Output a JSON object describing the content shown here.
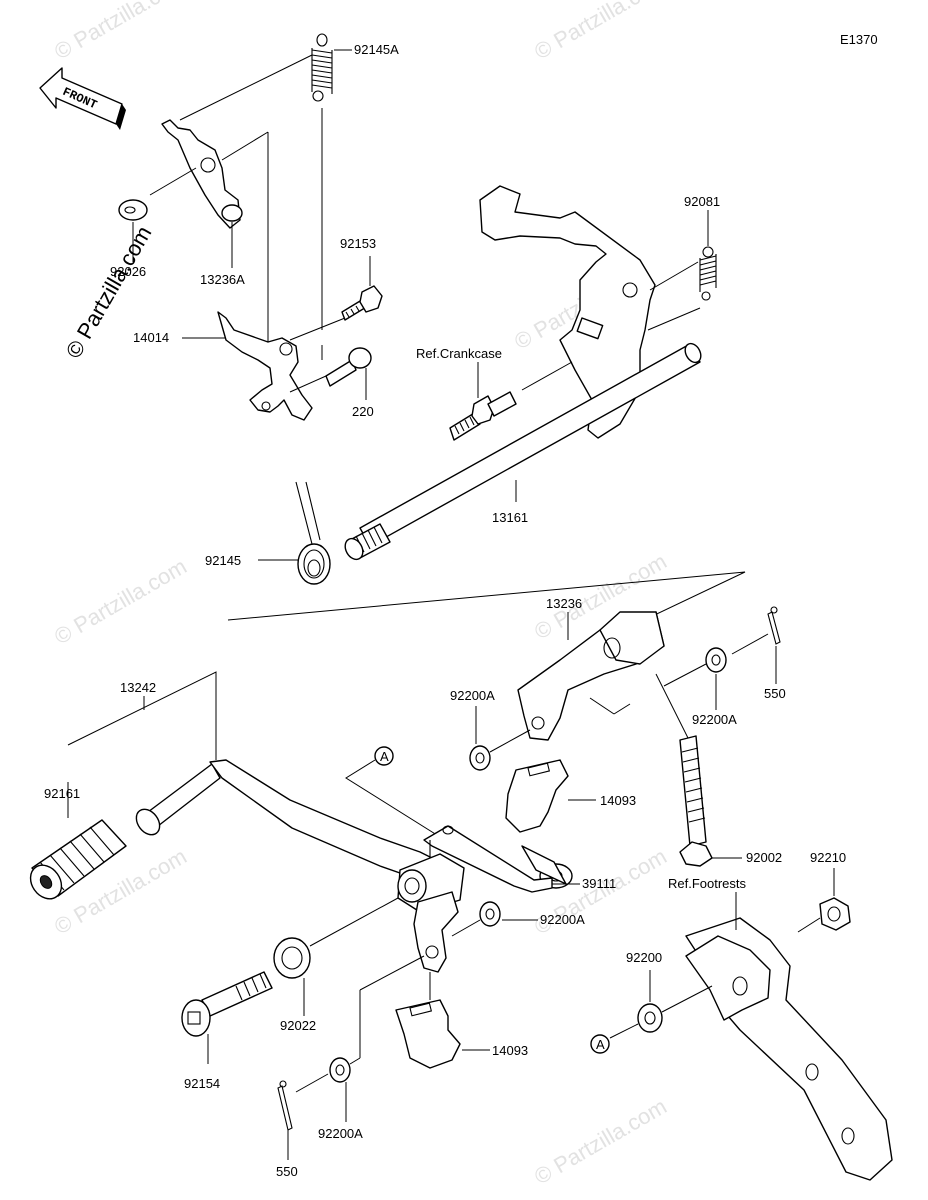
{
  "diagram_code": "E1370",
  "front_label": "FRONT",
  "copyright": "© Partzilla.com",
  "watermark_text": "© Partzilla.com",
  "refs": {
    "crankcase": "Ref.Crankcase",
    "footrests": "Ref.Footrests"
  },
  "callout_marker": "A",
  "parts": {
    "p92145A": "92145A",
    "p92026": "92026",
    "p13236A": "13236A",
    "p92153": "92153",
    "p14014": "14014",
    "p220": "220",
    "p92081": "92081",
    "p13161": "13161",
    "p92145": "92145",
    "p13236": "13236",
    "p550_top": "550",
    "p13242": "13242",
    "p92200A_1": "92200A",
    "p92200A_2": "92200A",
    "p92161": "92161",
    "p14093_1": "14093",
    "p92002": "92002",
    "p39111": "39111",
    "p92200A_3": "92200A",
    "p92210": "92210",
    "p92200": "92200",
    "p92022": "92022",
    "p92154": "92154",
    "p14093_2": "14093",
    "p92200A_4": "92200A",
    "p550_bottom": "550"
  }
}
